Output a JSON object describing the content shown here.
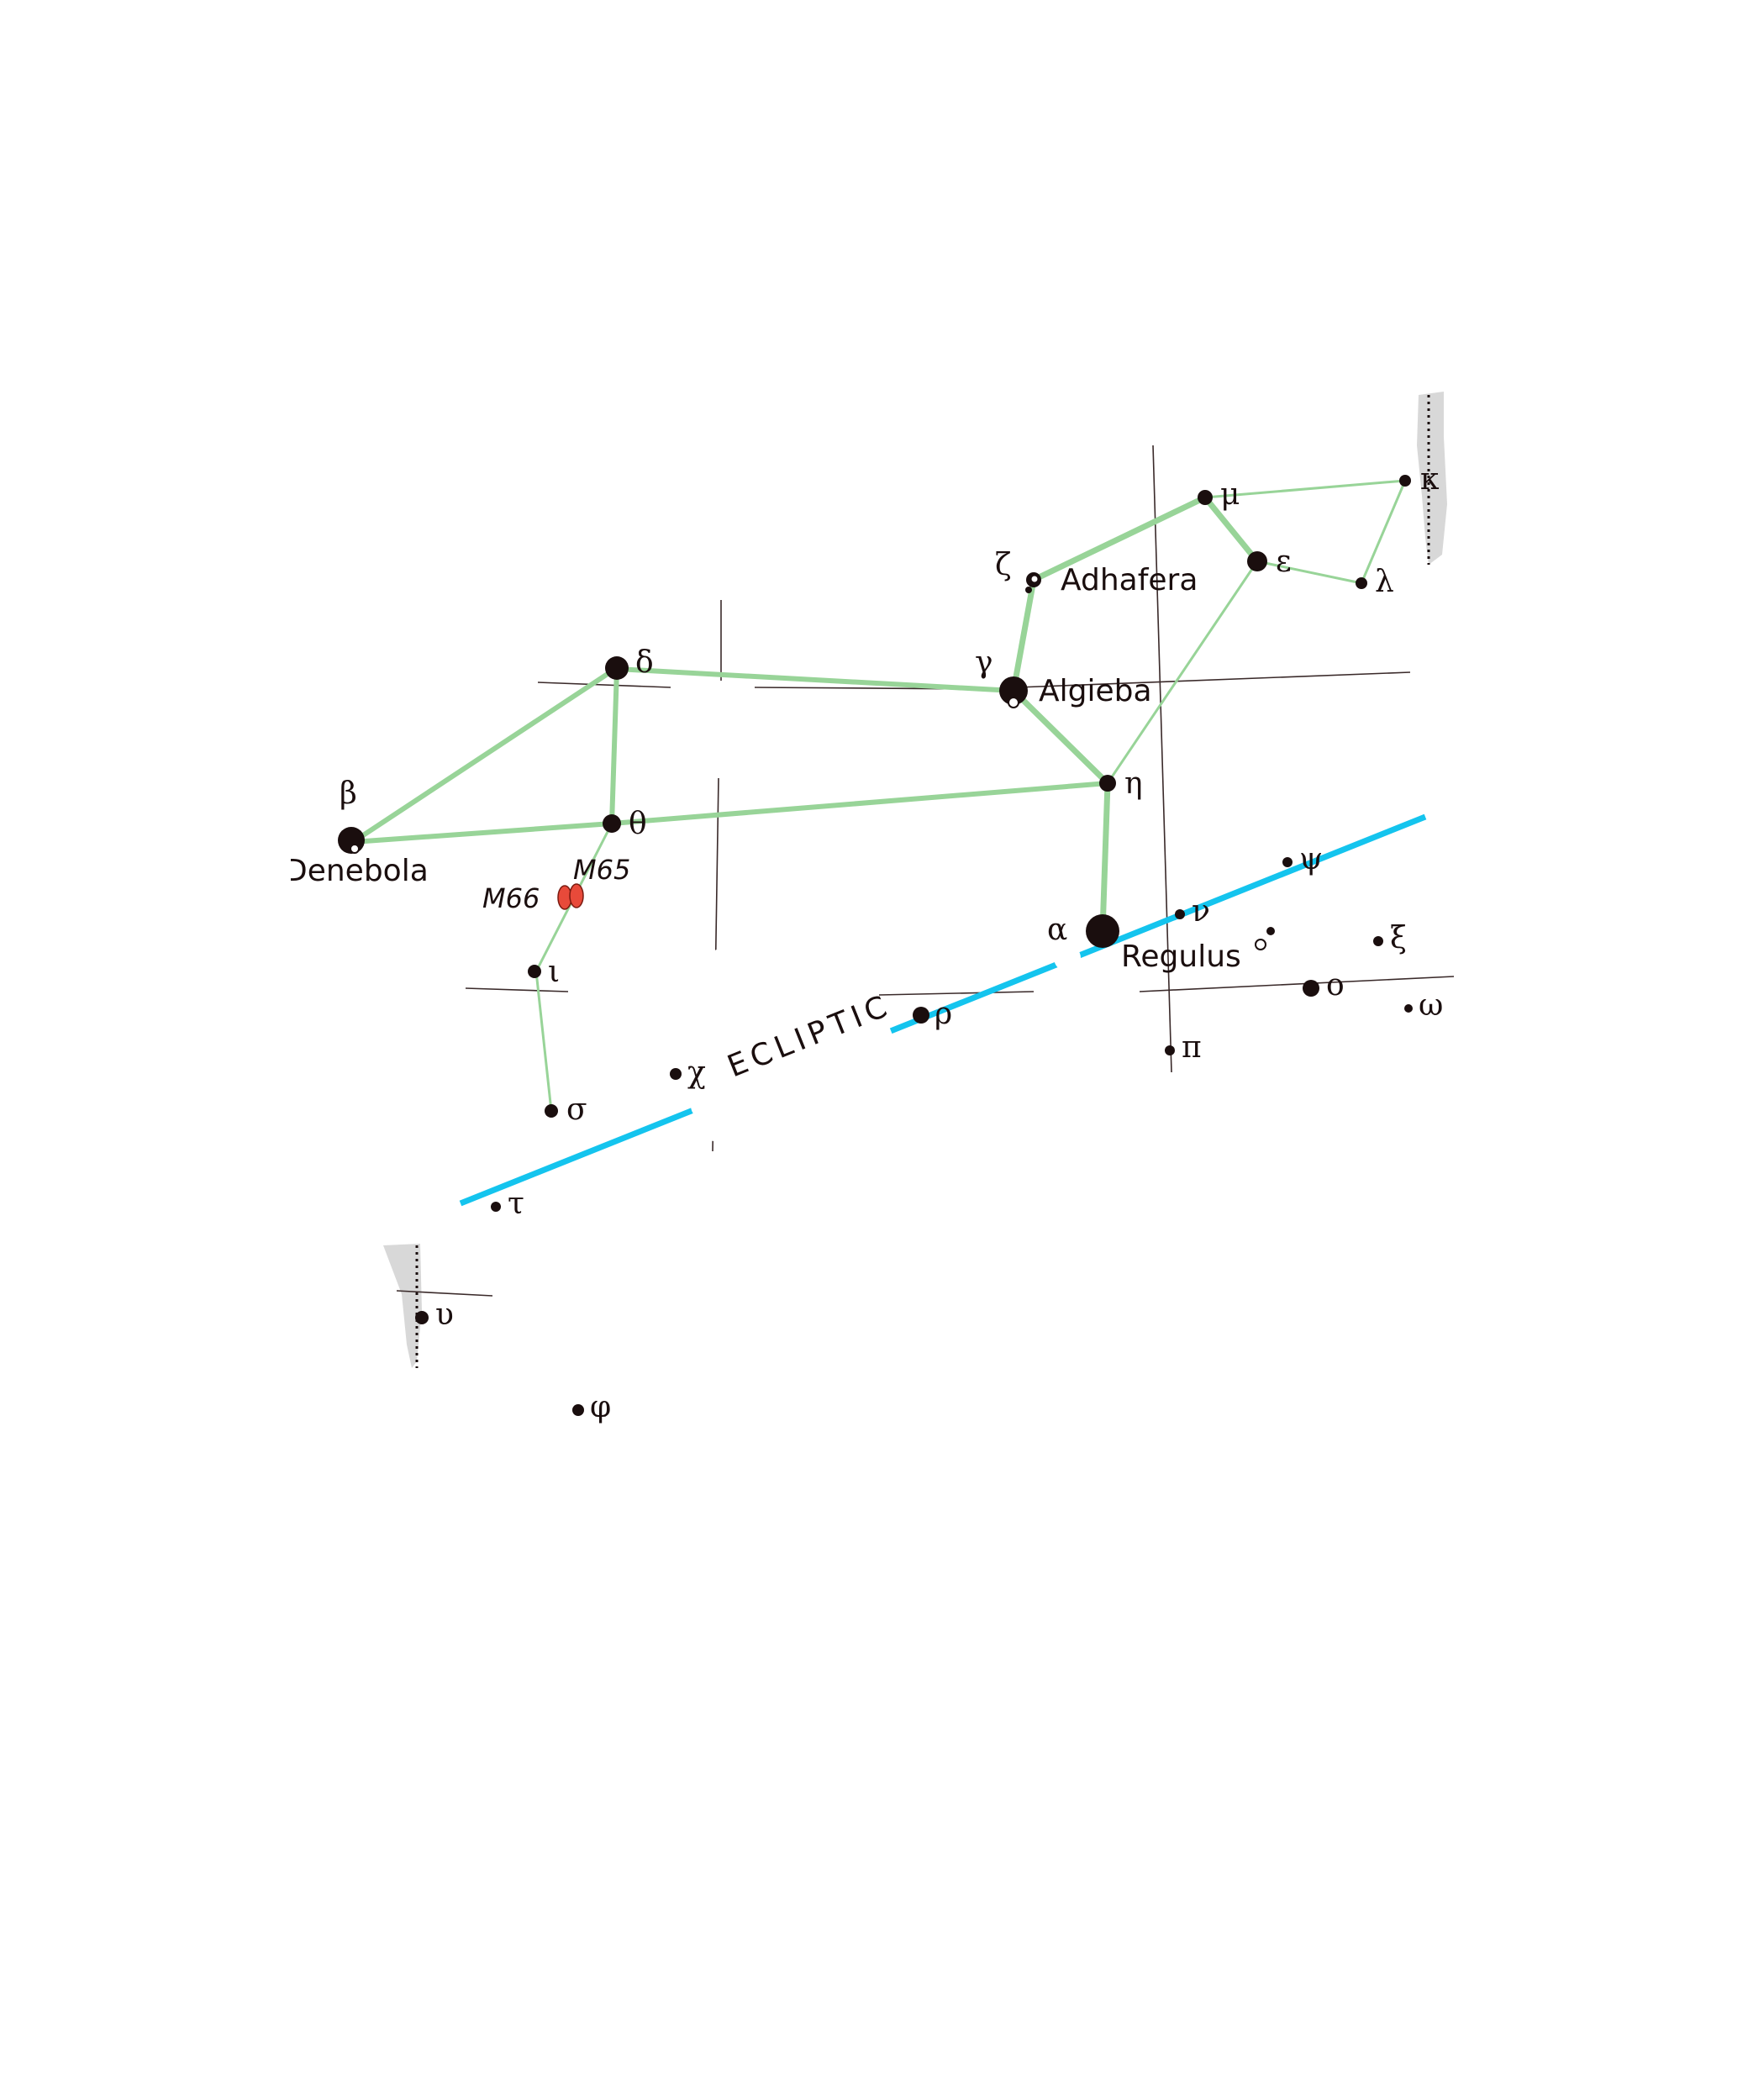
{
  "chart": {
    "ecliptic_label": "ECLIPTIC",
    "colors": {
      "background": "#ffffff",
      "star": "#1a0e0e",
      "constellation_line": "#98d498",
      "ecliptic": "#14c4ee",
      "grid": "#3a2a2a",
      "milky_way": "#d8d8d8",
      "galaxy": "#e84a3a"
    },
    "stars": [
      {
        "id": "alpha",
        "greek": "α",
        "name": "Regulus"
      },
      {
        "id": "beta",
        "greek": "β",
        "name": "Denebola"
      },
      {
        "id": "gamma",
        "greek": "γ",
        "name": "Algieba"
      },
      {
        "id": "delta",
        "greek": "δ"
      },
      {
        "id": "epsilon",
        "greek": "ε"
      },
      {
        "id": "zeta",
        "greek": "ζ",
        "name": "Adhafera"
      },
      {
        "id": "eta",
        "greek": "η"
      },
      {
        "id": "theta",
        "greek": "θ"
      },
      {
        "id": "iota",
        "greek": "ι"
      },
      {
        "id": "kappa",
        "greek": "κ"
      },
      {
        "id": "lambda",
        "greek": "λ"
      },
      {
        "id": "mu",
        "greek": "μ"
      },
      {
        "id": "nu",
        "greek": "ν"
      },
      {
        "id": "xi",
        "greek": "ξ"
      },
      {
        "id": "omicron",
        "greek": "ο"
      },
      {
        "id": "pi",
        "greek": "π"
      },
      {
        "id": "rho",
        "greek": "ρ"
      },
      {
        "id": "sigma",
        "greek": "σ"
      },
      {
        "id": "tau",
        "greek": "τ"
      },
      {
        "id": "upsilon",
        "greek": "υ"
      },
      {
        "id": "phi",
        "greek": "φ"
      },
      {
        "id": "chi",
        "greek": "χ"
      },
      {
        "id": "psi",
        "greek": "ψ"
      },
      {
        "id": "omega",
        "greek": "ω"
      }
    ],
    "deep_sky": [
      {
        "id": "m65",
        "label": "M65"
      },
      {
        "id": "m66",
        "label": "M66"
      }
    ]
  }
}
